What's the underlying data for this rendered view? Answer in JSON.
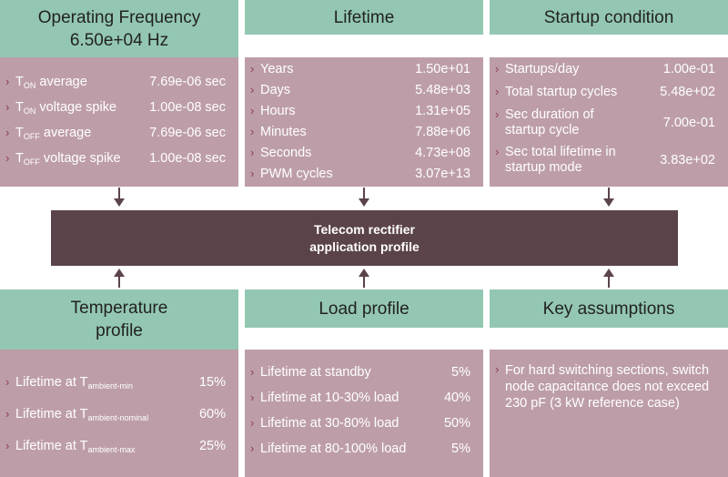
{
  "frequency": {
    "title": "Operating Frequency",
    "value": "6.50e+04 Hz",
    "rows": [
      {
        "t": "T",
        "sub": "ON",
        "rest": " average",
        "value": "7.69e-06 sec"
      },
      {
        "t": "T",
        "sub": "ON",
        "rest": " voltage spike",
        "value": "1.00e-08 sec"
      },
      {
        "t": "T",
        "sub": "OFF",
        "rest": " average",
        "value": "7.69e-06 sec"
      },
      {
        "t": "T",
        "sub": "OFF",
        "rest": " voltage spike",
        "value": "1.00e-08 sec"
      }
    ]
  },
  "lifetime": {
    "title": "Lifetime",
    "rows": [
      {
        "label": "Years",
        "value": "1.50e+01"
      },
      {
        "label": "Days",
        "value": "5.48e+03"
      },
      {
        "label": "Hours",
        "value": "1.31e+05"
      },
      {
        "label": "Minutes",
        "value": "7.88e+06"
      },
      {
        "label": "Seconds",
        "value": "4.73e+08"
      },
      {
        "label": "PWM cycles",
        "value": "3.07e+13"
      }
    ]
  },
  "startup": {
    "title": "Startup condition",
    "rows": [
      {
        "label": "Startups/day",
        "value": "1.00e-01"
      },
      {
        "label": "Total startup cycles",
        "value": "5.48e+02"
      },
      {
        "label": "Sec duration of startup cycle",
        "value": "7.00e-01"
      },
      {
        "label": "Sec total lifetime in startup mode",
        "value": "3.83e+02"
      }
    ]
  },
  "center": {
    "line1": "Telecom rectifier",
    "line2": "application profile"
  },
  "temperature": {
    "title_line1": "Temperature",
    "title_line2": "profile",
    "rows": [
      {
        "t": "Lifetime at T",
        "sub": "ambient-min",
        "value": "15%"
      },
      {
        "t": "Lifetime at T",
        "sub": "ambient-nominal",
        "value": "60%"
      },
      {
        "t": "Lifetime at T",
        "sub": "ambient-max",
        "value": "25%"
      }
    ]
  },
  "load": {
    "title": "Load profile",
    "rows": [
      {
        "label": "Lifetime at standby",
        "value": "5%"
      },
      {
        "label": "Lifetime at 10-30% load",
        "value": "40%"
      },
      {
        "label": "Lifetime at 30-80% load",
        "value": "50%"
      },
      {
        "label": "Lifetime at 80-100% load",
        "value": "5%"
      }
    ]
  },
  "assumptions": {
    "title": "Key assumptions",
    "note": "For hard switching sections, switch node capacitance does not exceed 230 pF (3 kW reference case)"
  },
  "colors": {
    "header": "#93c7b2",
    "body": "#bd9ea8",
    "center": "#5b4449",
    "bullet": "#8e3b5b"
  }
}
